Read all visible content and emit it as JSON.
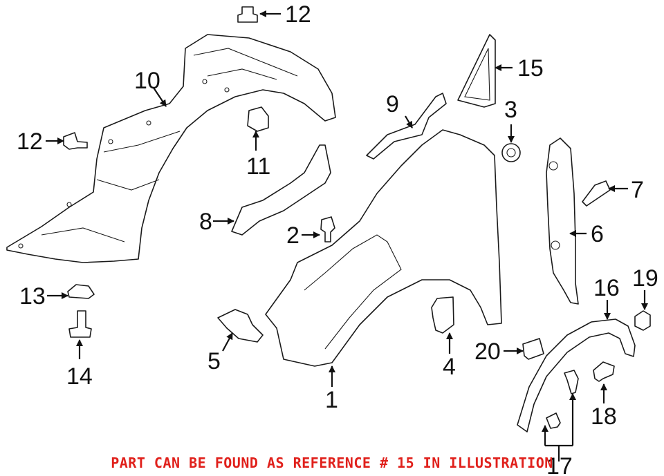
{
  "callouts": {
    "c1": "1",
    "c2": "2",
    "c3": "3",
    "c4": "4",
    "c5": "5",
    "c6": "6",
    "c7": "7",
    "c8": "8",
    "c9": "9",
    "c10": "10",
    "c11": "11",
    "c12a": "12",
    "c12b": "12",
    "c13": "13",
    "c14": "14",
    "c15": "15",
    "c16": "16",
    "c17": "17",
    "c18": "18",
    "c19": "19",
    "c20": "20"
  },
  "caption": "PART CAN BE FOUND AS REFERENCE # 15 IN ILLUSTRATION",
  "colors": {
    "caption": "#e0201b",
    "lines": "#1a1a1a"
  }
}
